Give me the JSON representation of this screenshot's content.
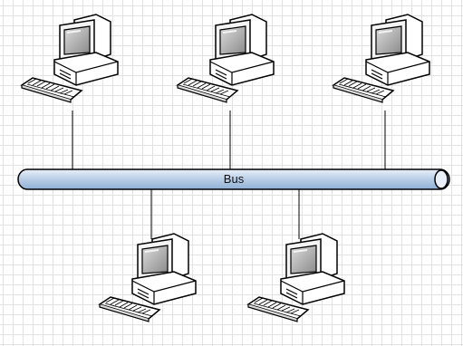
{
  "bus": {
    "label": "Bus"
  },
  "nodes": [
    "computer",
    "computer",
    "computer",
    "computer",
    "computer"
  ],
  "colors": {
    "bus_fill_top": "#dfe9f6",
    "bus_fill_bottom": "#9fbcdc",
    "bus_stroke": "#000000",
    "line": "#000000"
  }
}
